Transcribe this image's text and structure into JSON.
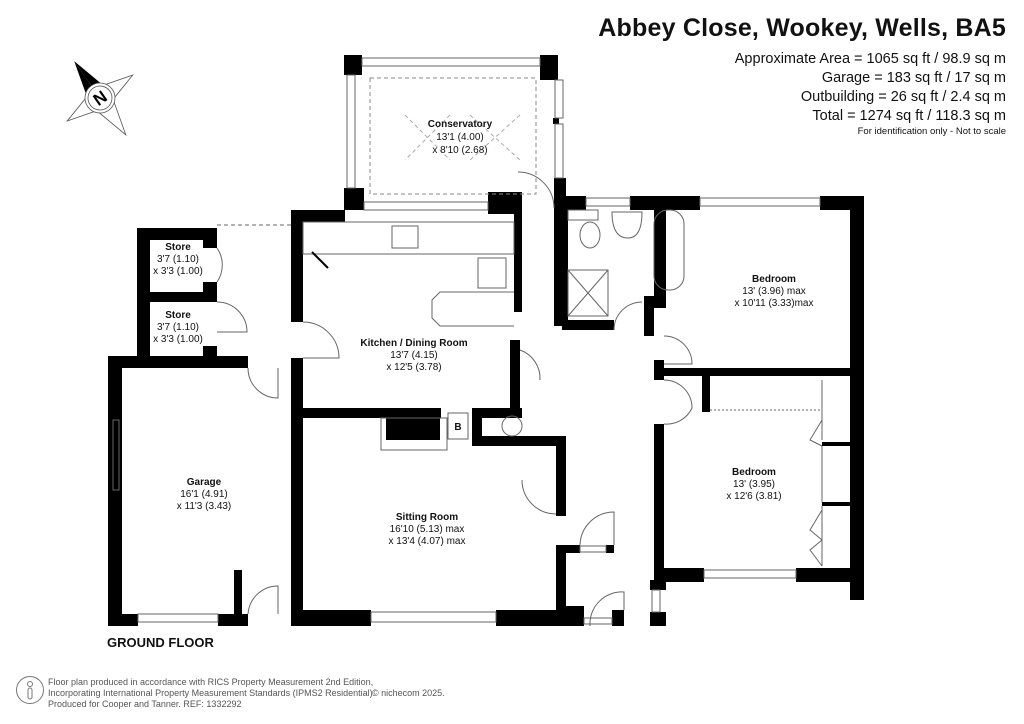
{
  "header": {
    "title": "Abbey Close, Wookey, Wells, BA5",
    "areas": [
      "Approximate Area = 1065 sq ft / 98.9 sq m",
      "Garage  = 183 sq ft / 17 sq m",
      "Outbuilding = 26 sq ft / 2.4 sq m",
      "Total = 1274 sq ft / 118.3 sq m"
    ],
    "note": "For identification only - Not to scale"
  },
  "compass": {
    "label": "N",
    "icon": "north-compass-icon"
  },
  "floor_label": "GROUND FLOOR",
  "rooms": {
    "conservatory": {
      "name": "Conservatory",
      "dim1": "13'1 (4.00)",
      "dim2": "x 8'10 (2.68)"
    },
    "store1": {
      "name": "Store",
      "dim1": "3'7 (1.10)",
      "dim2": "x 3'3 (1.00)"
    },
    "store2": {
      "name": "Store",
      "dim1": "3'7 (1.10)",
      "dim2": "x 3'3 (1.00)"
    },
    "kitchen": {
      "name": "Kitchen / Dining Room",
      "dim1": "13'7 (4.15)",
      "dim2": "x 12'5 (3.78)"
    },
    "bedroom1": {
      "name": "Bedroom",
      "dim1": "13' (3.96) max",
      "dim2": "x 10'11 (3.33)max"
    },
    "bedroom2": {
      "name": "Bedroom",
      "dim1": "13' (3.95)",
      "dim2": "x 12'6 (3.81)"
    },
    "garage": {
      "name": "Garage",
      "dim1": "16'1 (4.91)",
      "dim2": "x 11'3 (3.43)"
    },
    "sitting": {
      "name": "Sitting Room",
      "dim1": "16'10 (5.13) max",
      "dim2": "x 13'4 (4.07) max"
    },
    "boiler": {
      "label": "B"
    }
  },
  "footer": {
    "lines": [
      "Floor plan produced in accordance with RICS Property Measurement 2nd Edition,",
      "Incorporating International Property Measurement Standards (IPMS2 Residential).",
      "Produced for Cooper and Tanner.   REF: 1332292"
    ],
    "copyright": "© nichecom 2025."
  }
}
